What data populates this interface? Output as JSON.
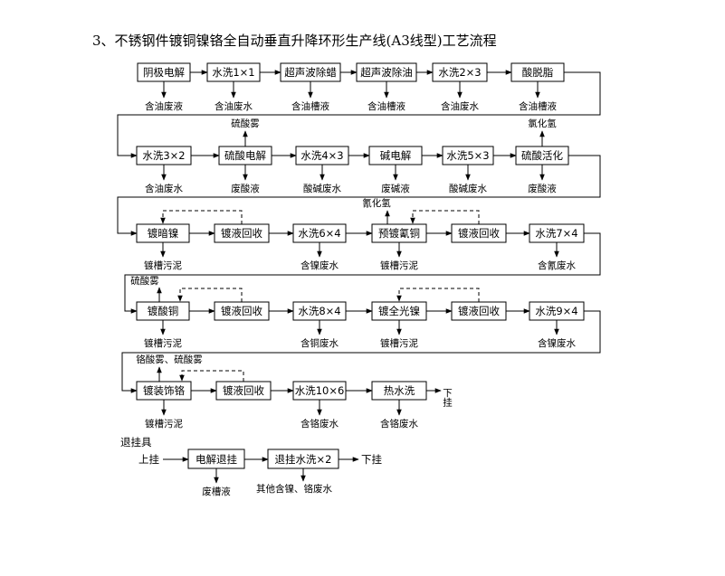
{
  "title": "3、不锈钢件镀铜镍铬全自动垂直升降环形生产线(A3线型)工艺流程",
  "row1": {
    "steps": [
      "阴极电解",
      "水洗1×1",
      "超声波除蜡",
      "超声波除油",
      "水洗2×3",
      "酸脱脂"
    ],
    "outputs": [
      "含油废液",
      "含油废水",
      "含油槽液",
      "含油槽液",
      "含油废水",
      "含油槽液"
    ]
  },
  "row2": {
    "steps": [
      "水洗3×2",
      "硫酸电解",
      "水洗4×3",
      "碱电解",
      "水洗5×3",
      "硫酸活化"
    ],
    "outputs": [
      "含油废水",
      "废酸液",
      "酸碱废水",
      "废碱液",
      "酸碱废水",
      "废酸液"
    ],
    "above": {
      "acid_mist": "硫酸雾",
      "hydrogen_chloride": "氯化氢"
    }
  },
  "row3": {
    "steps": [
      "镀暗镍",
      "镀液回收",
      "水洗6×4",
      "预镀氰铜",
      "镀液回收",
      "水洗7×4"
    ],
    "outputs": [
      "镀槽污泥",
      "含镍废水",
      "镀槽污泥",
      "含氰废水"
    ],
    "above": {
      "hcn": "氰化氢"
    }
  },
  "row4": {
    "steps": [
      "镀酸铜",
      "镀液回收",
      "水洗8×4",
      "镀全光镍",
      "镀液回收",
      "水洗9×4"
    ],
    "outputs": [
      "镀槽污泥",
      "含铜废水",
      "镀槽污泥",
      "含镍废水"
    ],
    "above": {
      "acid_mist": "硫酸雾"
    }
  },
  "row5": {
    "steps": [
      "镀装饰铬",
      "镀液回收",
      "水洗10×6",
      "热水洗"
    ],
    "outputs": [
      "镀槽污泥",
      "含铬废水",
      "含铬废水"
    ],
    "above": {
      "mist": "铬酸雾、硫酸雾"
    },
    "unload": "下挂"
  },
  "rework": {
    "header": "退挂具",
    "start": "上挂",
    "steps": [
      "电解退挂",
      "退挂水洗×2"
    ],
    "end": "下挂",
    "outputs": [
      "废槽液",
      "其他含镍、铬废水"
    ]
  }
}
